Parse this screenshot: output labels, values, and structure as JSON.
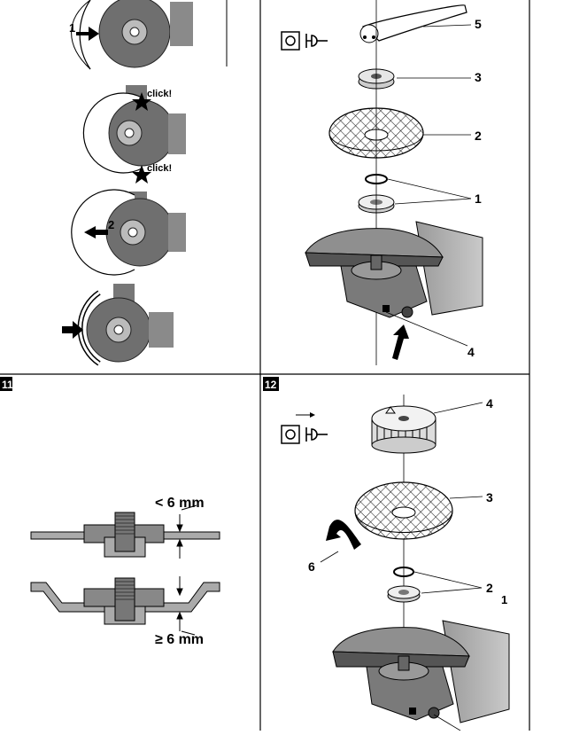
{
  "panels": {
    "fig11": {
      "number": "11"
    },
    "fig12": {
      "number": "12"
    }
  },
  "topleft": {
    "step1": "1",
    "click_top": "click!",
    "click_bottom": "click!",
    "step2": "2"
  },
  "topright": {
    "callouts": {
      "c5": "5",
      "c3": "3",
      "c2": "2",
      "c1": "1",
      "c4": "4"
    }
  },
  "fig11": {
    "label_less": "< 6 mm",
    "label_geq": "≥ 6 mm"
  },
  "fig12": {
    "callouts": {
      "c4": "4",
      "c3": "3",
      "c6": "6",
      "c2": "2",
      "c1": "1"
    }
  },
  "icons": [
    "plug-disconnect-icon",
    "plug-disconnect-icon"
  ]
}
